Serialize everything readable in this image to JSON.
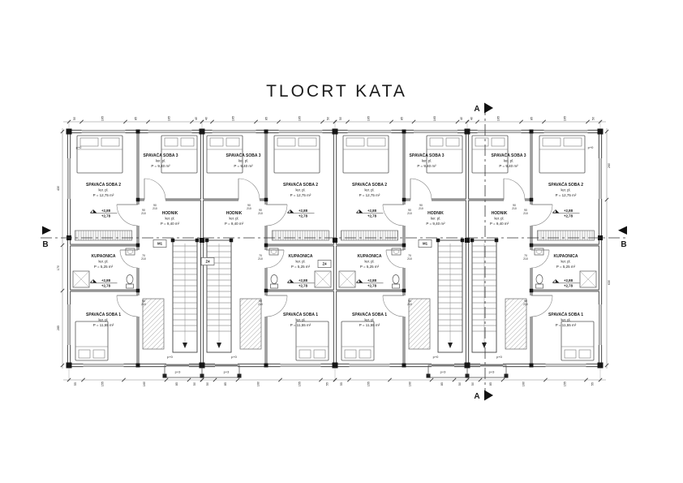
{
  "title": "TLOCRT KATA",
  "sections": {
    "a_label": "A",
    "b_label": "B"
  },
  "rooms": {
    "soba3": {
      "name": "SPAVAĆA SOBA 3",
      "finish": "ker. pl.",
      "area": "P = 9,40 m²"
    },
    "soba2": {
      "name": "SPAVAĆA SOBA 2",
      "finish": "ker. pl.",
      "area": "P = 12,75 m²"
    },
    "hodnik": {
      "name": "HODNIK",
      "finish": "ker. pl.",
      "area": "P = 9,40 m²"
    },
    "kupaonica": {
      "name": "KUPAONICA",
      "finish": "ker. pl.",
      "area": "P = 5,25 m²"
    },
    "soba1": {
      "name": "SPAVAĆA SOBA 1",
      "finish": "ker. pl.",
      "area": "P = 11,55 m²"
    }
  },
  "levels": {
    "upper": "+2,88",
    "lower": "+2,78"
  },
  "door_tags": {
    "room": [
      "90",
      "210"
    ],
    "bath": [
      "70",
      "210"
    ]
  },
  "floor_marks": {
    "inner": "p+0",
    "balcony": "p+3"
  },
  "wall_tags": {
    "stair_window": "Z4",
    "wall_mark": "M1"
  },
  "dimensions": {
    "top_unit": [
      "50",
      "165",
      "85",
      "165",
      "40"
    ],
    "bottom_unit": [
      "55",
      "155",
      "160",
      "85",
      "50"
    ],
    "left": [
      "430",
      "170",
      "285"
    ],
    "right": [
      "260",
      "630"
    ]
  },
  "colors": {
    "line": "#2a2a2a",
    "text": "#1b1b1b",
    "dim": "#666666"
  }
}
